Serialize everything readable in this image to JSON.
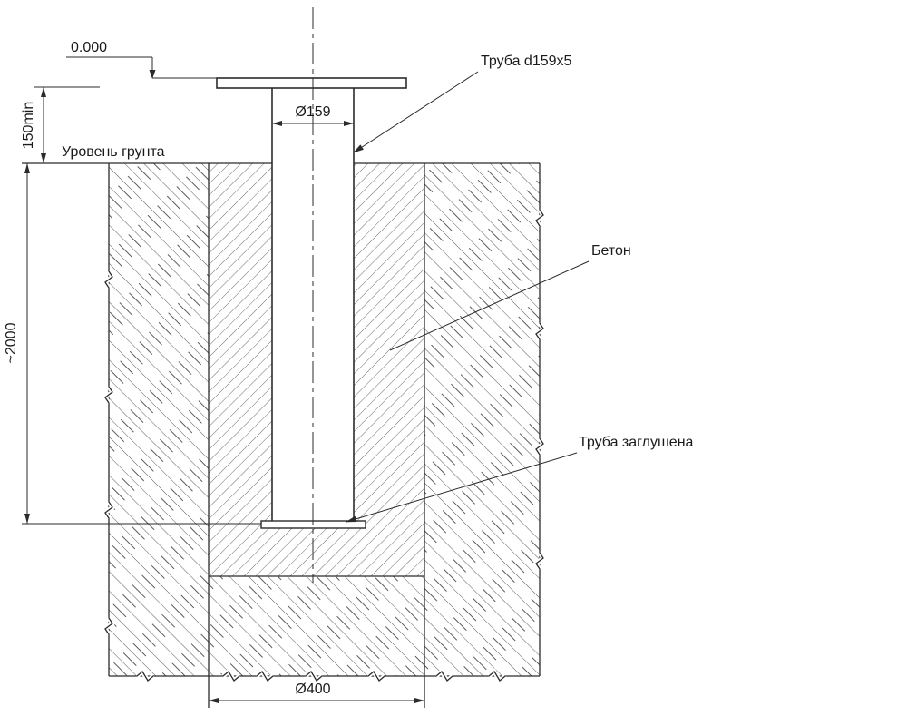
{
  "drawing": {
    "kind": "pipe-foundation-section",
    "callouts": {
      "pipe": "Труба d159x5",
      "concrete": "Бетон",
      "plug": "Труба заглушена",
      "ground_level": "Уровень грунта"
    },
    "dimensions": {
      "elevation": "0.000",
      "embedment": "150min",
      "depth": "~2000",
      "pipe_diameter": "Ø159",
      "hole_diameter": "Ø400"
    },
    "colors": {
      "line": "#2b2b2b",
      "hatch": "#5a5a5a",
      "background": "#ffffff"
    }
  }
}
